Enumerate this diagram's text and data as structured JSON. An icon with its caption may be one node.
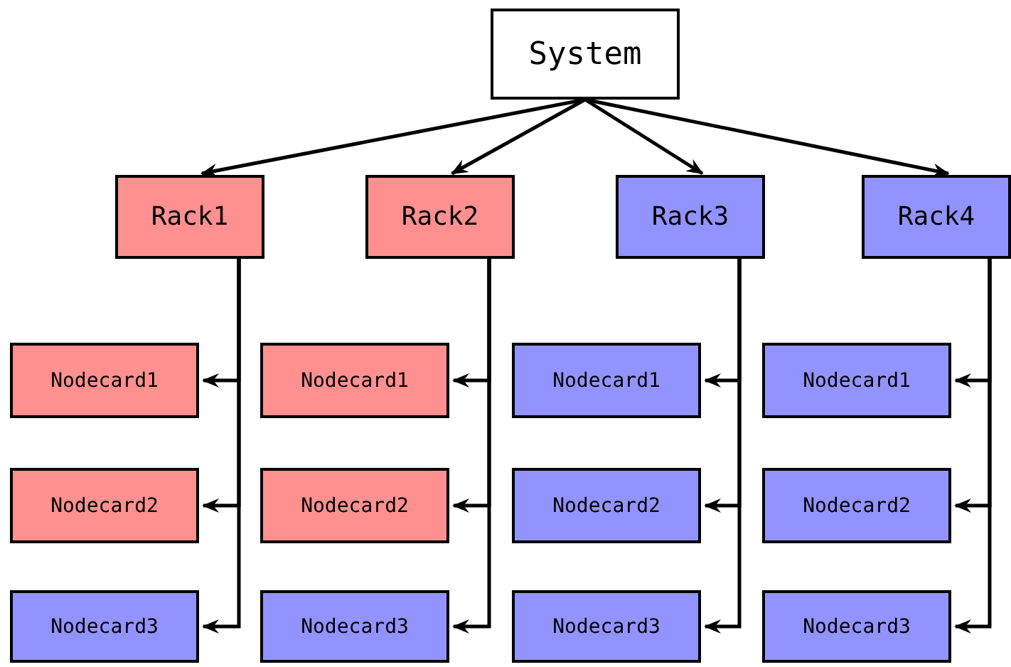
{
  "diagram": {
    "nodes": [
      {
        "text": [
          "System"
        ]
      },
      {
        "text": [
          "Rack1"
        ]
      },
      {
        "text": [
          "Rack2"
        ]
      },
      {
        "text": [
          "Rack3"
        ]
      },
      {
        "text": [
          "Rack4"
        ]
      },
      {
        "text": [
          "Nodecard1"
        ]
      },
      {
        "text": [
          "Nodecard1"
        ]
      },
      {
        "text": [
          "Nodecard1"
        ]
      },
      {
        "text": [
          "Nodecard1"
        ]
      },
      {
        "text": [
          "Nodecard2"
        ]
      },
      {
        "text": [
          "Nodecard2"
        ]
      },
      {
        "text": [
          "Nodecard2"
        ]
      },
      {
        "text": [
          "Nodecard2"
        ]
      },
      {
        "text": [
          "Nodecard3"
        ]
      },
      {
        "text": [
          "Nodecard3"
        ]
      },
      {
        "text": [
          "Nodecard3"
        ]
      },
      {
        "text": [
          "Nodecard3"
        ]
      }
    ],
    "edges": [
      {
        "from": 0,
        "to": 1,
        "arrow": "to"
      },
      {
        "from": 0,
        "to": 2,
        "arrow": "to"
      },
      {
        "from": 0,
        "to": 3,
        "arrow": "to"
      },
      {
        "from": 0,
        "to": 4,
        "arrow": "to"
      },
      {
        "from": 1,
        "to": 5,
        "arrow": "to"
      },
      {
        "from": 1,
        "to": 9,
        "arrow": "to"
      },
      {
        "from": 1,
        "to": 13,
        "arrow": "to"
      },
      {
        "from": 2,
        "to": 6,
        "arrow": "to"
      },
      {
        "from": 2,
        "to": 10,
        "arrow": "to"
      },
      {
        "from": 2,
        "to": 14,
        "arrow": "to"
      },
      {
        "from": 3,
        "to": 7,
        "arrow": "to"
      },
      {
        "from": 3,
        "to": 11,
        "arrow": "to"
      },
      {
        "from": 3,
        "to": 15,
        "arrow": "to"
      },
      {
        "from": 4,
        "to": 8,
        "arrow": "to"
      },
      {
        "from": 4,
        "to": 12,
        "arrow": "to"
      },
      {
        "from": 4,
        "to": 16,
        "arrow": "to"
      }
    ]
  }
}
